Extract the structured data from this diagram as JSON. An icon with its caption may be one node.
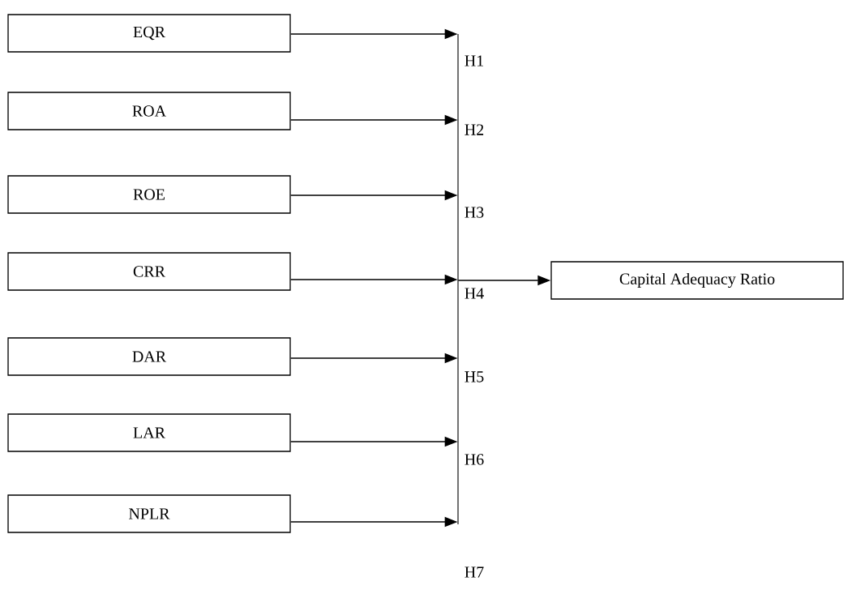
{
  "diagram": {
    "nodes": [
      {
        "text": [
          "EQR"
        ]
      },
      {
        "text": [
          "ROA"
        ]
      },
      {
        "text": [
          "ROE"
        ]
      },
      {
        "text": [
          "CRR"
        ]
      },
      {
        "text": [
          "DAR"
        ]
      },
      {
        "text": [
          "LAR"
        ]
      },
      {
        "text": [
          "NPLR"
        ]
      },
      {
        "text": [],
        "shape": "bar"
      },
      {
        "text": [
          "Capital Adequacy Ratio"
        ]
      }
    ],
    "edges": [
      {
        "from": 0,
        "to": 7,
        "arrow": "to",
        "label": "H1"
      },
      {
        "from": 1,
        "to": 7,
        "arrow": "to",
        "label": "H2"
      },
      {
        "from": 2,
        "to": 7,
        "arrow": "to",
        "label": "H3"
      },
      {
        "from": 3,
        "to": 7,
        "arrow": "to",
        "label": "H4"
      },
      {
        "from": 4,
        "to": 7,
        "arrow": "to",
        "label": "H5"
      },
      {
        "from": 5,
        "to": 7,
        "arrow": "to",
        "label": "H6"
      },
      {
        "from": 6,
        "to": 7,
        "arrow": "to",
        "label": "H7"
      },
      {
        "from": 7,
        "to": 8,
        "arrow": "to"
      }
    ]
  }
}
